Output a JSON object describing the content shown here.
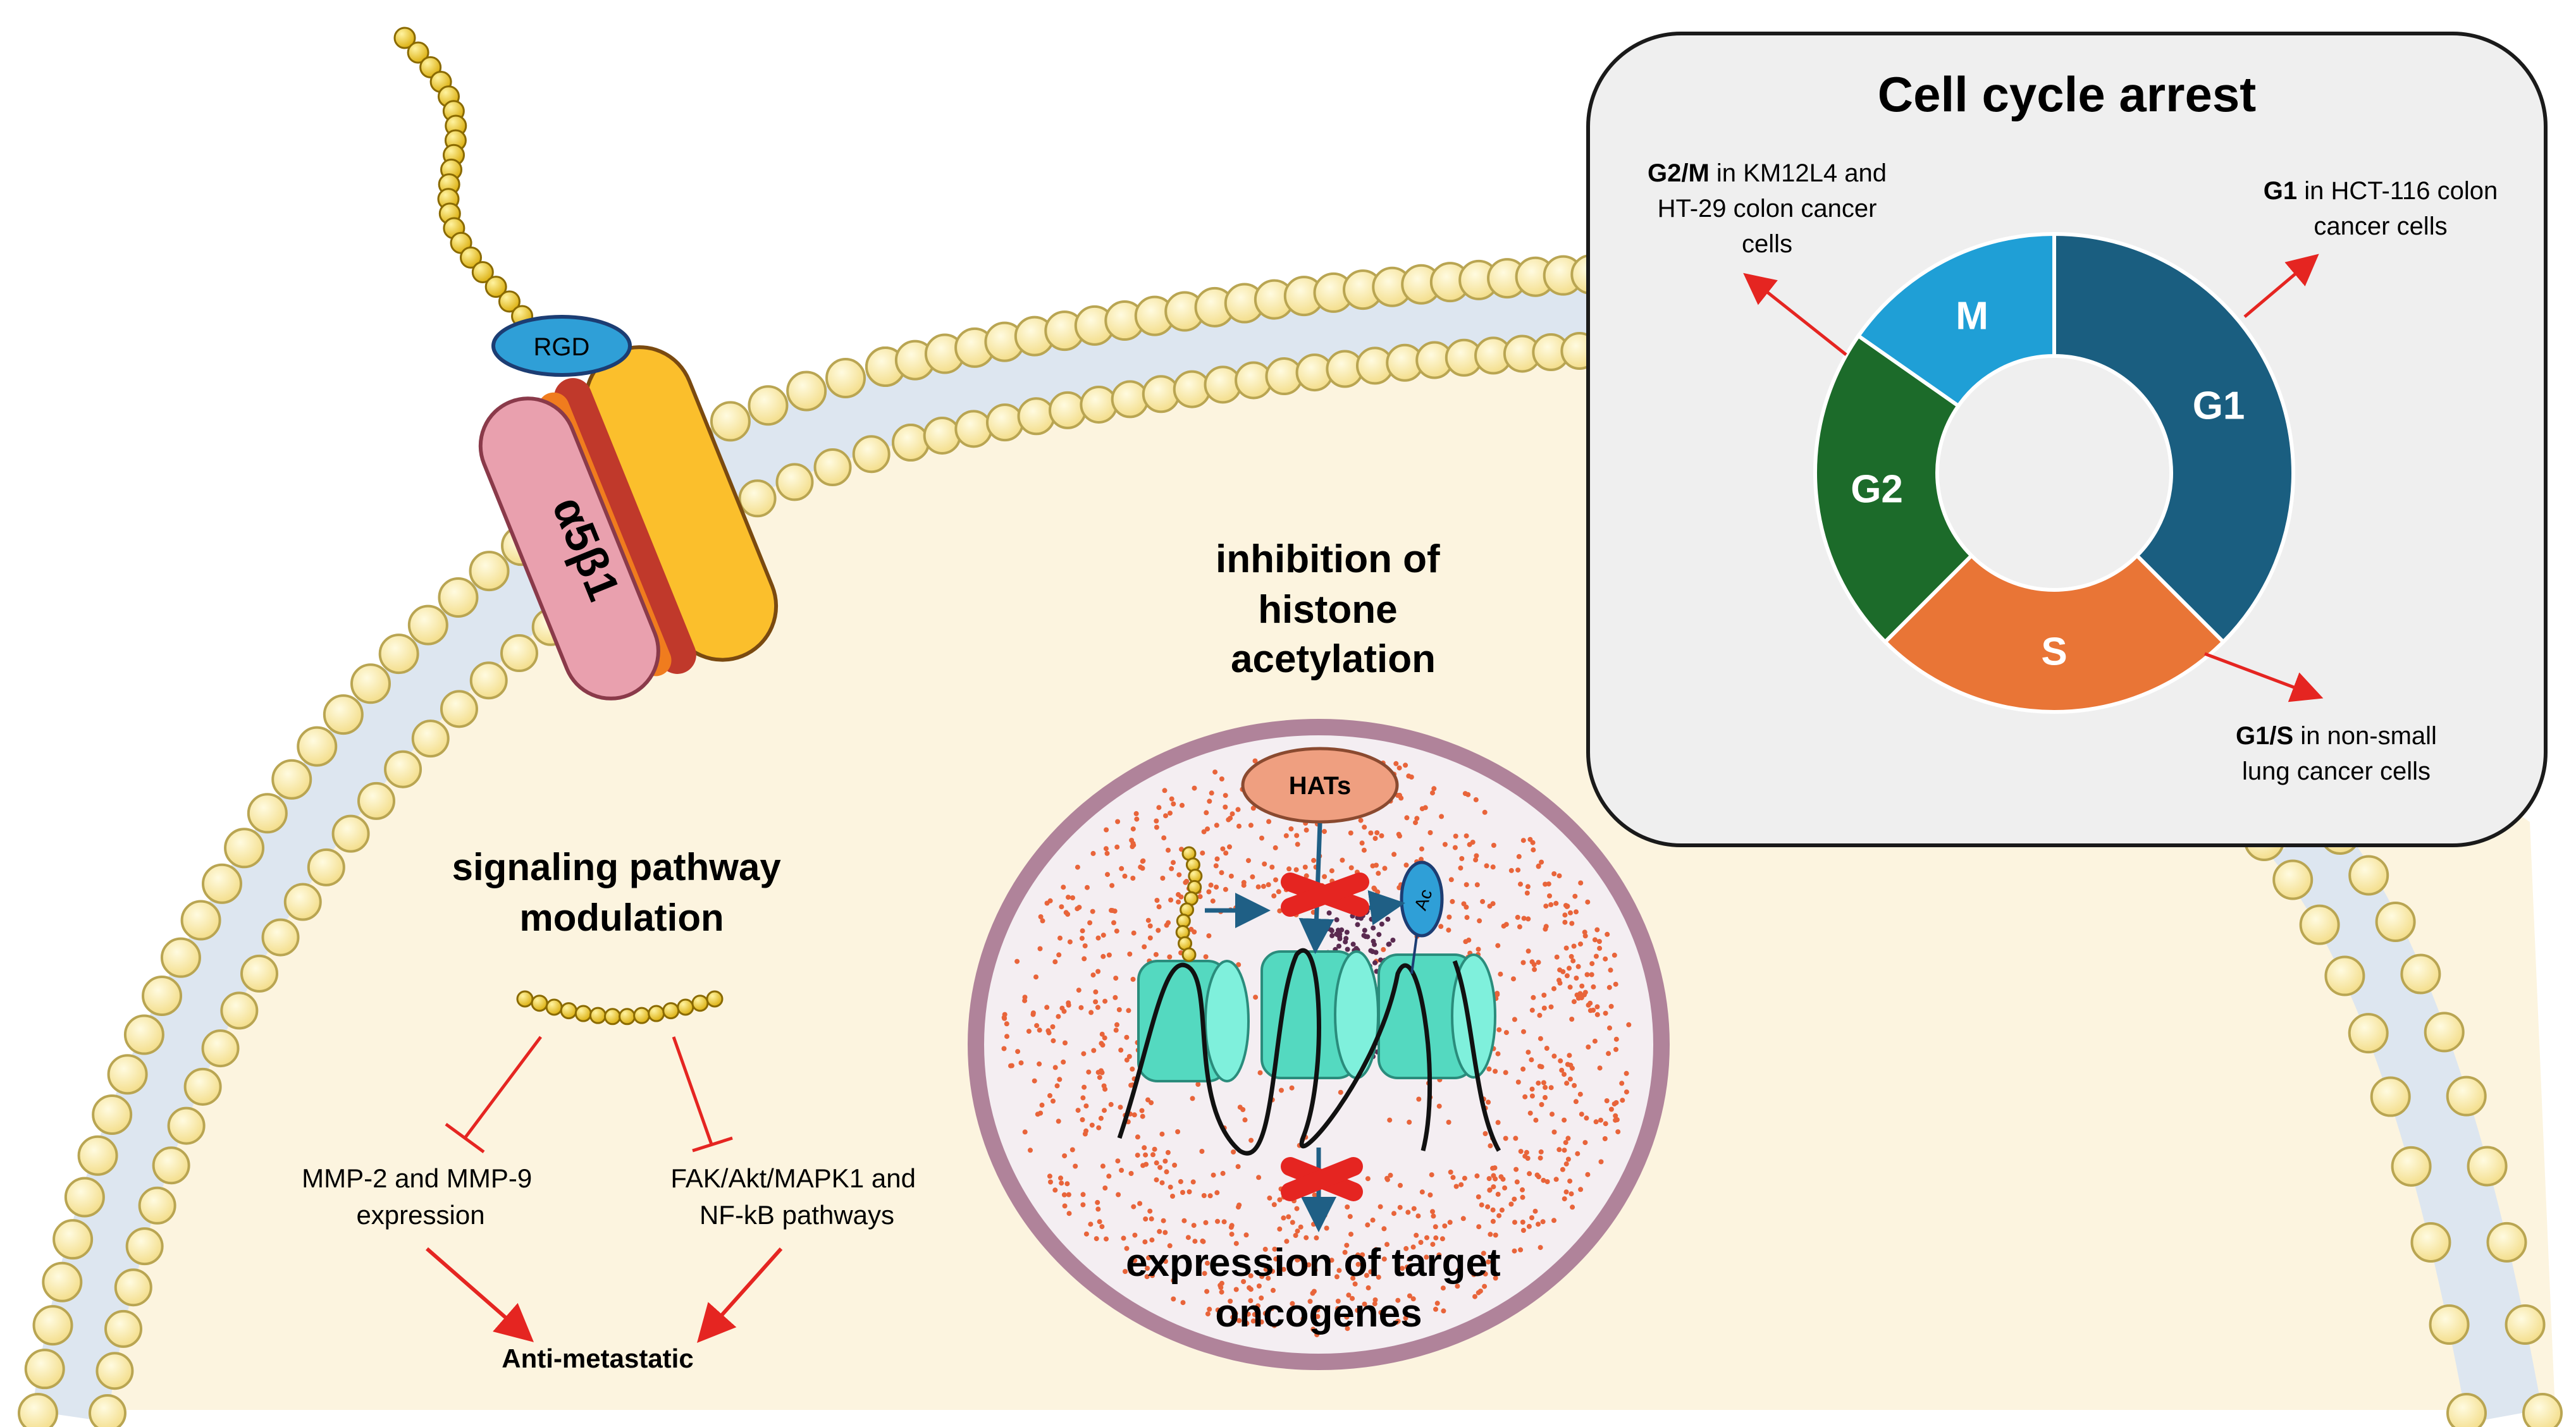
{
  "integrin": {
    "ligand_label": "RGD",
    "receptor_label": "α5β1"
  },
  "histone": {
    "title_lines": [
      "inhibition of",
      "histone",
      "acetylation"
    ],
    "enzyme_label": "HATs",
    "acetyl_label": "Ac",
    "outcome_lines": [
      "expression of target",
      "oncogenes"
    ]
  },
  "signaling": {
    "title_lines": [
      "signaling pathway",
      "modulation"
    ],
    "left_target_lines": [
      "MMP-2 and MMP-9",
      "expression"
    ],
    "right_target_lines": [
      "FAK/Akt/MAPK1 and",
      "NF-kB pathways"
    ],
    "outcome": "Anti-metastatic"
  },
  "cell_cycle": {
    "title": "Cell cycle arrest",
    "phases": [
      {
        "label": "G1",
        "color": "#1a5e80"
      },
      {
        "label": "S",
        "color": "#e97536"
      },
      {
        "label": "G2",
        "color": "#1c6b2a"
      },
      {
        "label": "M",
        "color": "#1f9fd6"
      }
    ],
    "notes": [
      {
        "bold": "G2/M",
        "lines": [
          " in KM12L4 and",
          "HT-29 colon cancer",
          "cells"
        ]
      },
      {
        "bold": "G1",
        "lines": [
          " in HCT-116 colon",
          "cancer cells"
        ]
      },
      {
        "bold": "G1/S",
        "lines": [
          " in non-small",
          "lung cancer cells"
        ]
      }
    ]
  },
  "colors": {
    "cytoplasm": "#fcf4df",
    "membrane_core": "#dde6f0",
    "lipid_head": "#f8e7a0",
    "lipid_outline": "#b9a552",
    "inhibition_red": "#e52521",
    "arrow_blue": "#1f5f85",
    "nucleosome": "#54d9c0",
    "hats": "#ef9f80",
    "nucleus_dots": "#e8643a"
  }
}
